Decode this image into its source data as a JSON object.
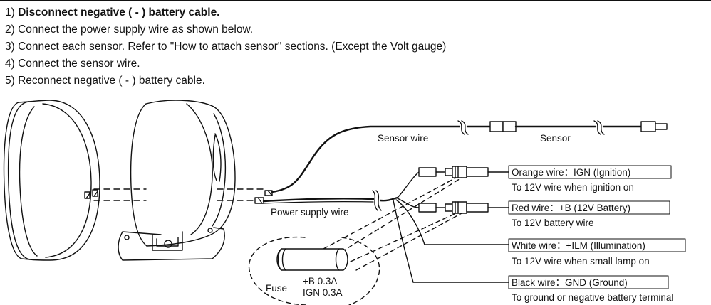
{
  "steps": [
    {
      "num": "1)",
      "text": "Disconnect negative ( - ) battery cable.",
      "bold": true
    },
    {
      "num": "2)",
      "text": "Connect the power supply wire as shown below.",
      "bold": false
    },
    {
      "num": "3)",
      "text": "Connect each sensor.  Refer to \"How to attach sensor\" sections. (Except the Volt gauge)",
      "bold": false
    },
    {
      "num": "4)",
      "text": "Connect the sensor wire.",
      "bold": false
    },
    {
      "num": "5)",
      "text": "Reconnect negative ( - ) battery cable.",
      "bold": false
    }
  ],
  "labels": {
    "sensor_wire": "Sensor wire",
    "sensor": "Sensor",
    "power_supply_wire": "Power supply wire",
    "fuse": "Fuse",
    "fuse_b": "+B  0.3A",
    "fuse_ign": "IGN 0.3A"
  },
  "wires": [
    {
      "name": "Orange wire：IGN (Ignition)",
      "desc": "To 12V wire when ignition on"
    },
    {
      "name": "Red wire：+B (12V Battery)",
      "desc": "To 12V battery wire"
    },
    {
      "name": "White wire：+ILM (Illumination)",
      "desc": "To 12V wire when small lamp on"
    },
    {
      "name": "Black wire：GND (Ground)",
      "desc": "To ground or negative battery terminal"
    }
  ]
}
